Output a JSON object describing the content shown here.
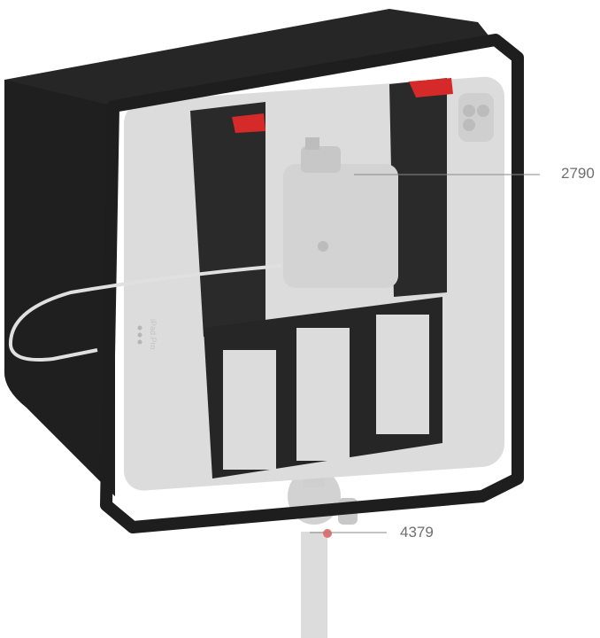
{
  "product_image": {
    "callouts": [
      {
        "label": "2790"
      },
      {
        "label": "4379"
      }
    ],
    "device_text": "iPad Pro",
    "colors": {
      "cage": "#1e1e1e",
      "hood": "#262626",
      "tablet": "#dcdcdc",
      "accent_knob": "#d62a2a",
      "callout_line": "#8a8a8a"
    }
  }
}
